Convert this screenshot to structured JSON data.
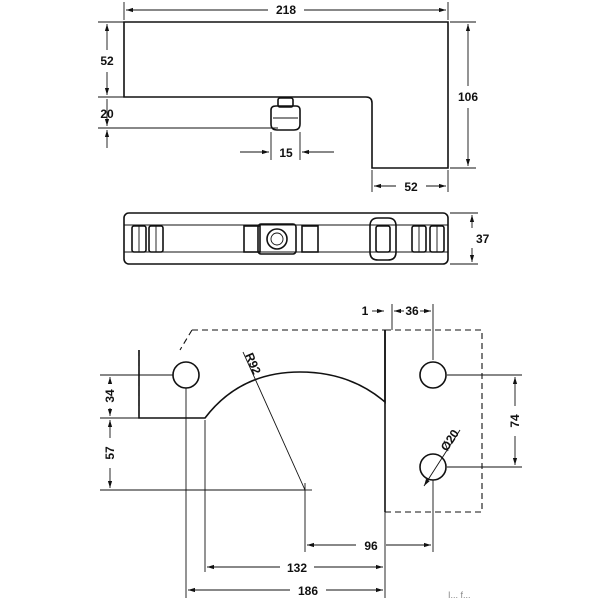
{
  "drawing": {
    "top_view": {
      "width": "218",
      "left_height": "52",
      "step": "20",
      "total_height": "106",
      "pin_width": "15",
      "foot_width": "52"
    },
    "side_view": {
      "thickness": "37"
    },
    "glass_cutout": {
      "gap": "1",
      "plate_offset": "36",
      "upper_to_hole": "34",
      "hole_to_center": "57",
      "radius": "R92",
      "hole_spacing": "74",
      "hole_diameter": "Ø20",
      "dist_96": "96",
      "dist_132": "132",
      "dist_186": "186"
    },
    "footer_text": "I... f..."
  }
}
